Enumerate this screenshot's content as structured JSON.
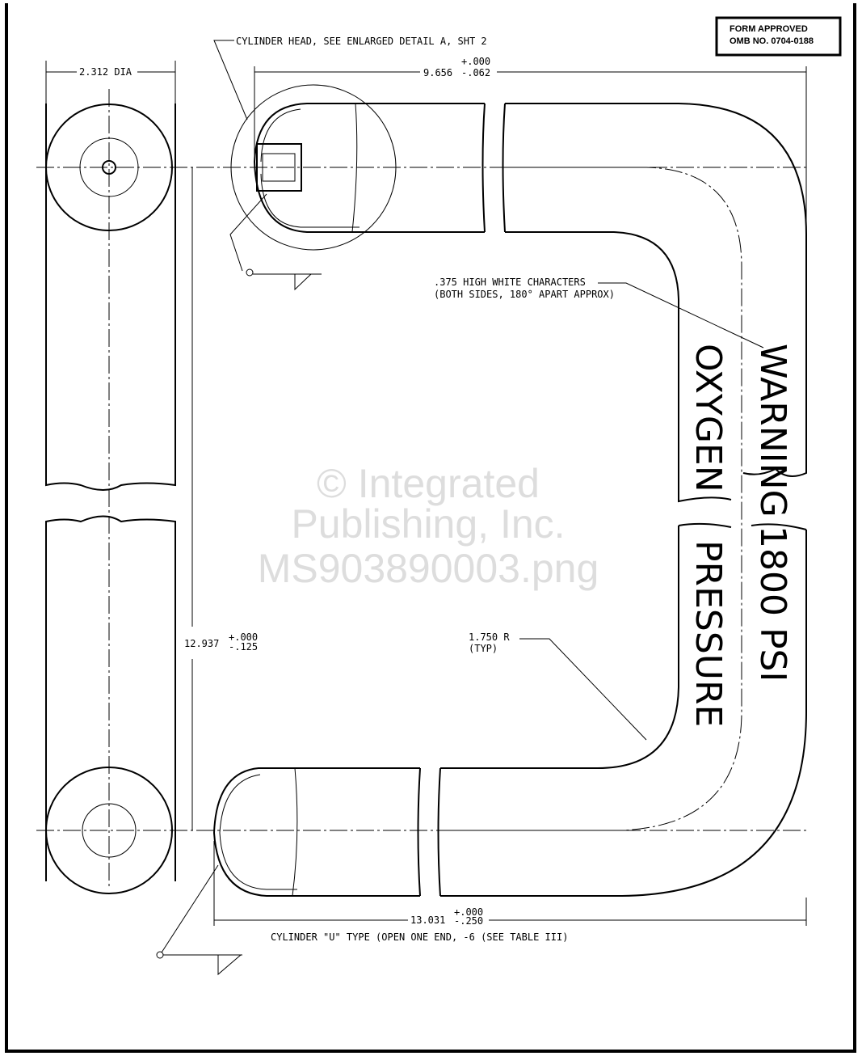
{
  "form_box": {
    "line1": "FORM APPROVED",
    "line2": "OMB NO. 0704-0188"
  },
  "callouts": {
    "cylinder_head": "CYLINDER HEAD, SEE ENLARGED DETAIL A, SHT 2",
    "characters_line1": ".375 HIGH WHITE CHARACTERS",
    "characters_line2": "(BOTH SIDES, 180° APART APPROX)",
    "radius_line1": "1.750 R",
    "radius_line2": "(TYP)"
  },
  "dimensions": {
    "diameter": "2.312 DIA",
    "length_top": "9.656",
    "length_top_tol_plus": "+.000",
    "length_top_tol_minus": "-.062",
    "height": "12.937",
    "height_tol_plus": "+.000",
    "height_tol_minus": "-.125",
    "width_bottom": "13.031",
    "width_bottom_tol_plus": "+.000",
    "width_bottom_tol_minus": "-.250"
  },
  "markings": {
    "warning": "WARNING",
    "oxygen": "OXYGEN",
    "psi": "1800 PSI",
    "pressure": "PRESSURE"
  },
  "caption": "CYLINDER \"U\" TYPE (OPEN ONE END, -6 (SEE TABLE III)",
  "watermark": {
    "line1": "© Integrated",
    "line2": "Publishing, Inc.",
    "line3": "MS903890003.png"
  }
}
